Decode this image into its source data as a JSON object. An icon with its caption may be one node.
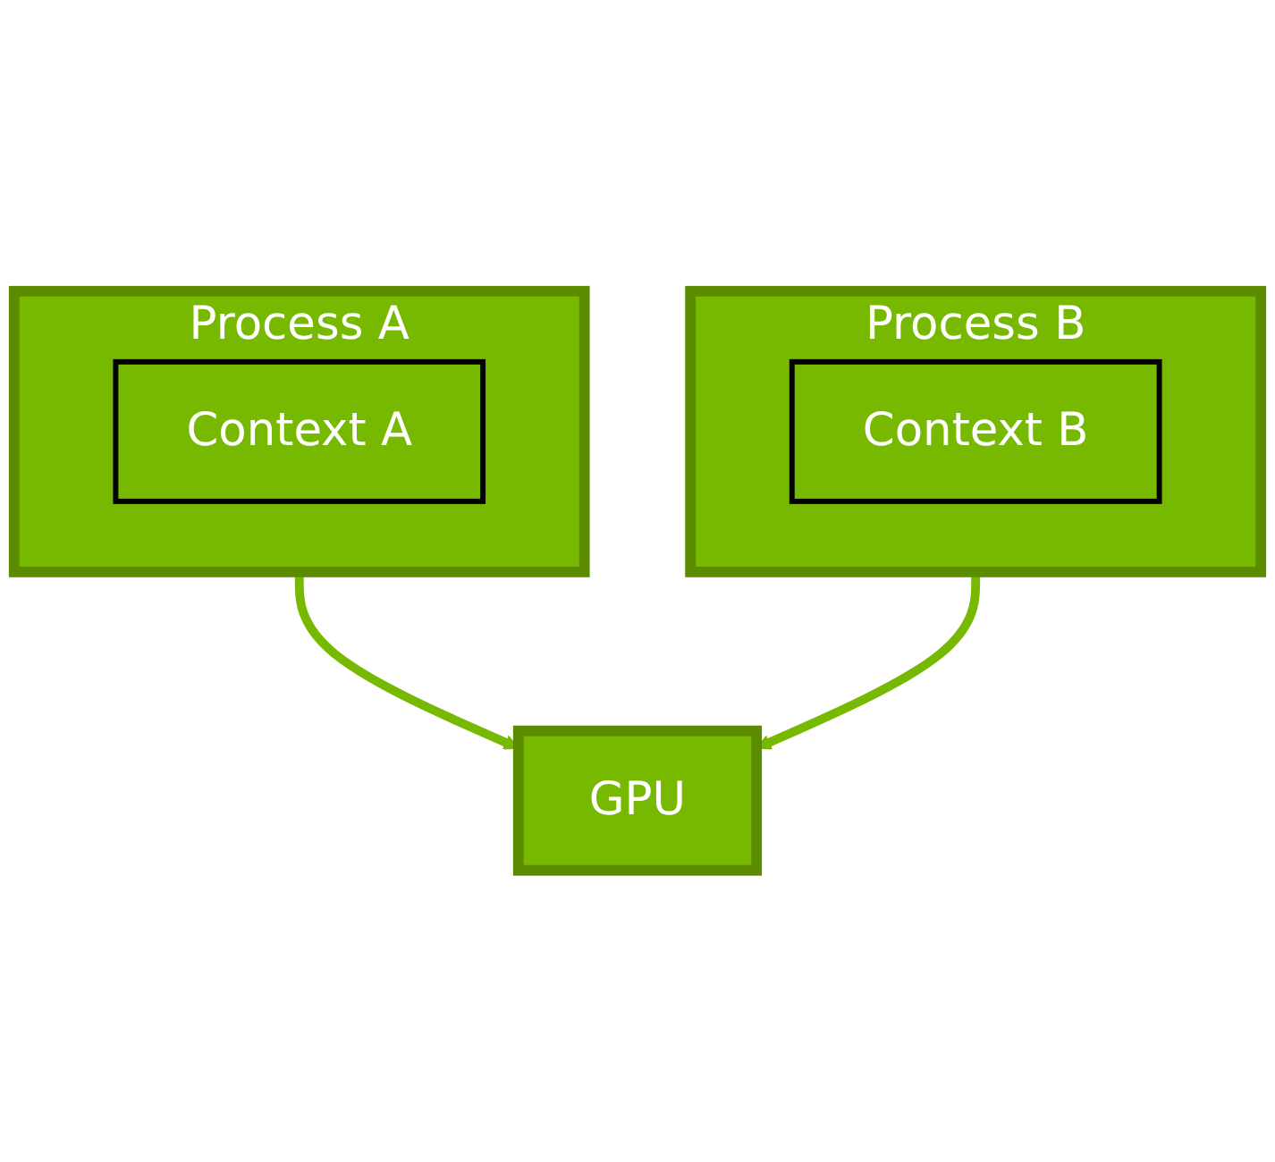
{
  "diagram": {
    "nodes": [
      {
        "text": [
          "Process A"
        ]
      },
      {
        "text": [
          "Context A"
        ],
        "in": 0
      },
      {
        "text": [
          "Process B"
        ]
      },
      {
        "text": [
          "Context B"
        ],
        "in": 2
      },
      {
        "text": [
          "GPU"
        ]
      }
    ],
    "edges": [
      {
        "from": 0,
        "to": 4,
        "arrow": "to"
      },
      {
        "from": 2,
        "to": 4,
        "arrow": "to"
      }
    ]
  }
}
